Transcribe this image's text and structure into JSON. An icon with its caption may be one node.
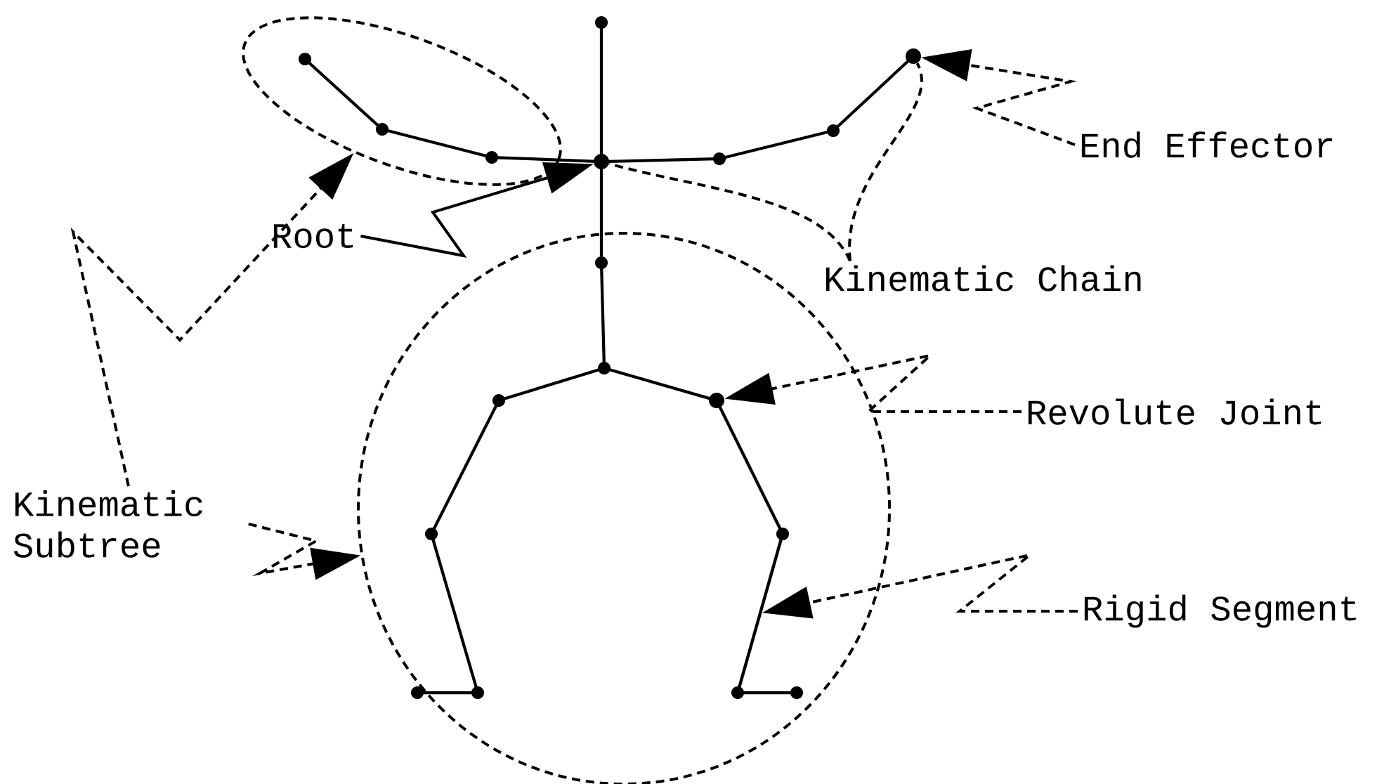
{
  "diagram": {
    "nodes": [
      {
        "text": [
          "Root"
        ]
      },
      {
        "text": [
          "End Effector"
        ]
      },
      {
        "text": [
          "Kinematic Chain"
        ]
      },
      {
        "text": [
          "Revolute Joint"
        ]
      },
      {
        "text": [
          "Rigid Segment"
        ]
      },
      {
        "text": [
          "Kinematic Subtree"
        ]
      },
      {
        "text": [],
        "shape": "ellipse"
      },
      {
        "text": [],
        "shape": "ellipse"
      },
      {
        "text": [],
        "shape": "circle"
      },
      {
        "text": [],
        "shape": "circle"
      },
      {
        "text": [],
        "shape": "circle",
        "in": 7
      },
      {
        "text": [],
        "shape": "bar",
        "in": 7
      }
    ],
    "edges": [
      {
        "from": 0,
        "to": 8,
        "arrow": "to"
      },
      {
        "from": 1,
        "to": 9,
        "arrow": "to",
        "style": "dashed"
      },
      {
        "from": 2,
        "to": 9,
        "arrow": "none",
        "style": "dashed"
      },
      {
        "from": 2,
        "to": 8,
        "arrow": "none",
        "style": "dashed"
      },
      {
        "from": 3,
        "to": 10,
        "arrow": "to",
        "style": "dashed"
      },
      {
        "from": 4,
        "to": 11,
        "arrow": "to",
        "style": "dashed"
      },
      {
        "from": 5,
        "to": 6,
        "arrow": "to",
        "style": "dashed"
      },
      {
        "from": 5,
        "to": 7,
        "arrow": "to",
        "style": "dashed"
      }
    ]
  }
}
